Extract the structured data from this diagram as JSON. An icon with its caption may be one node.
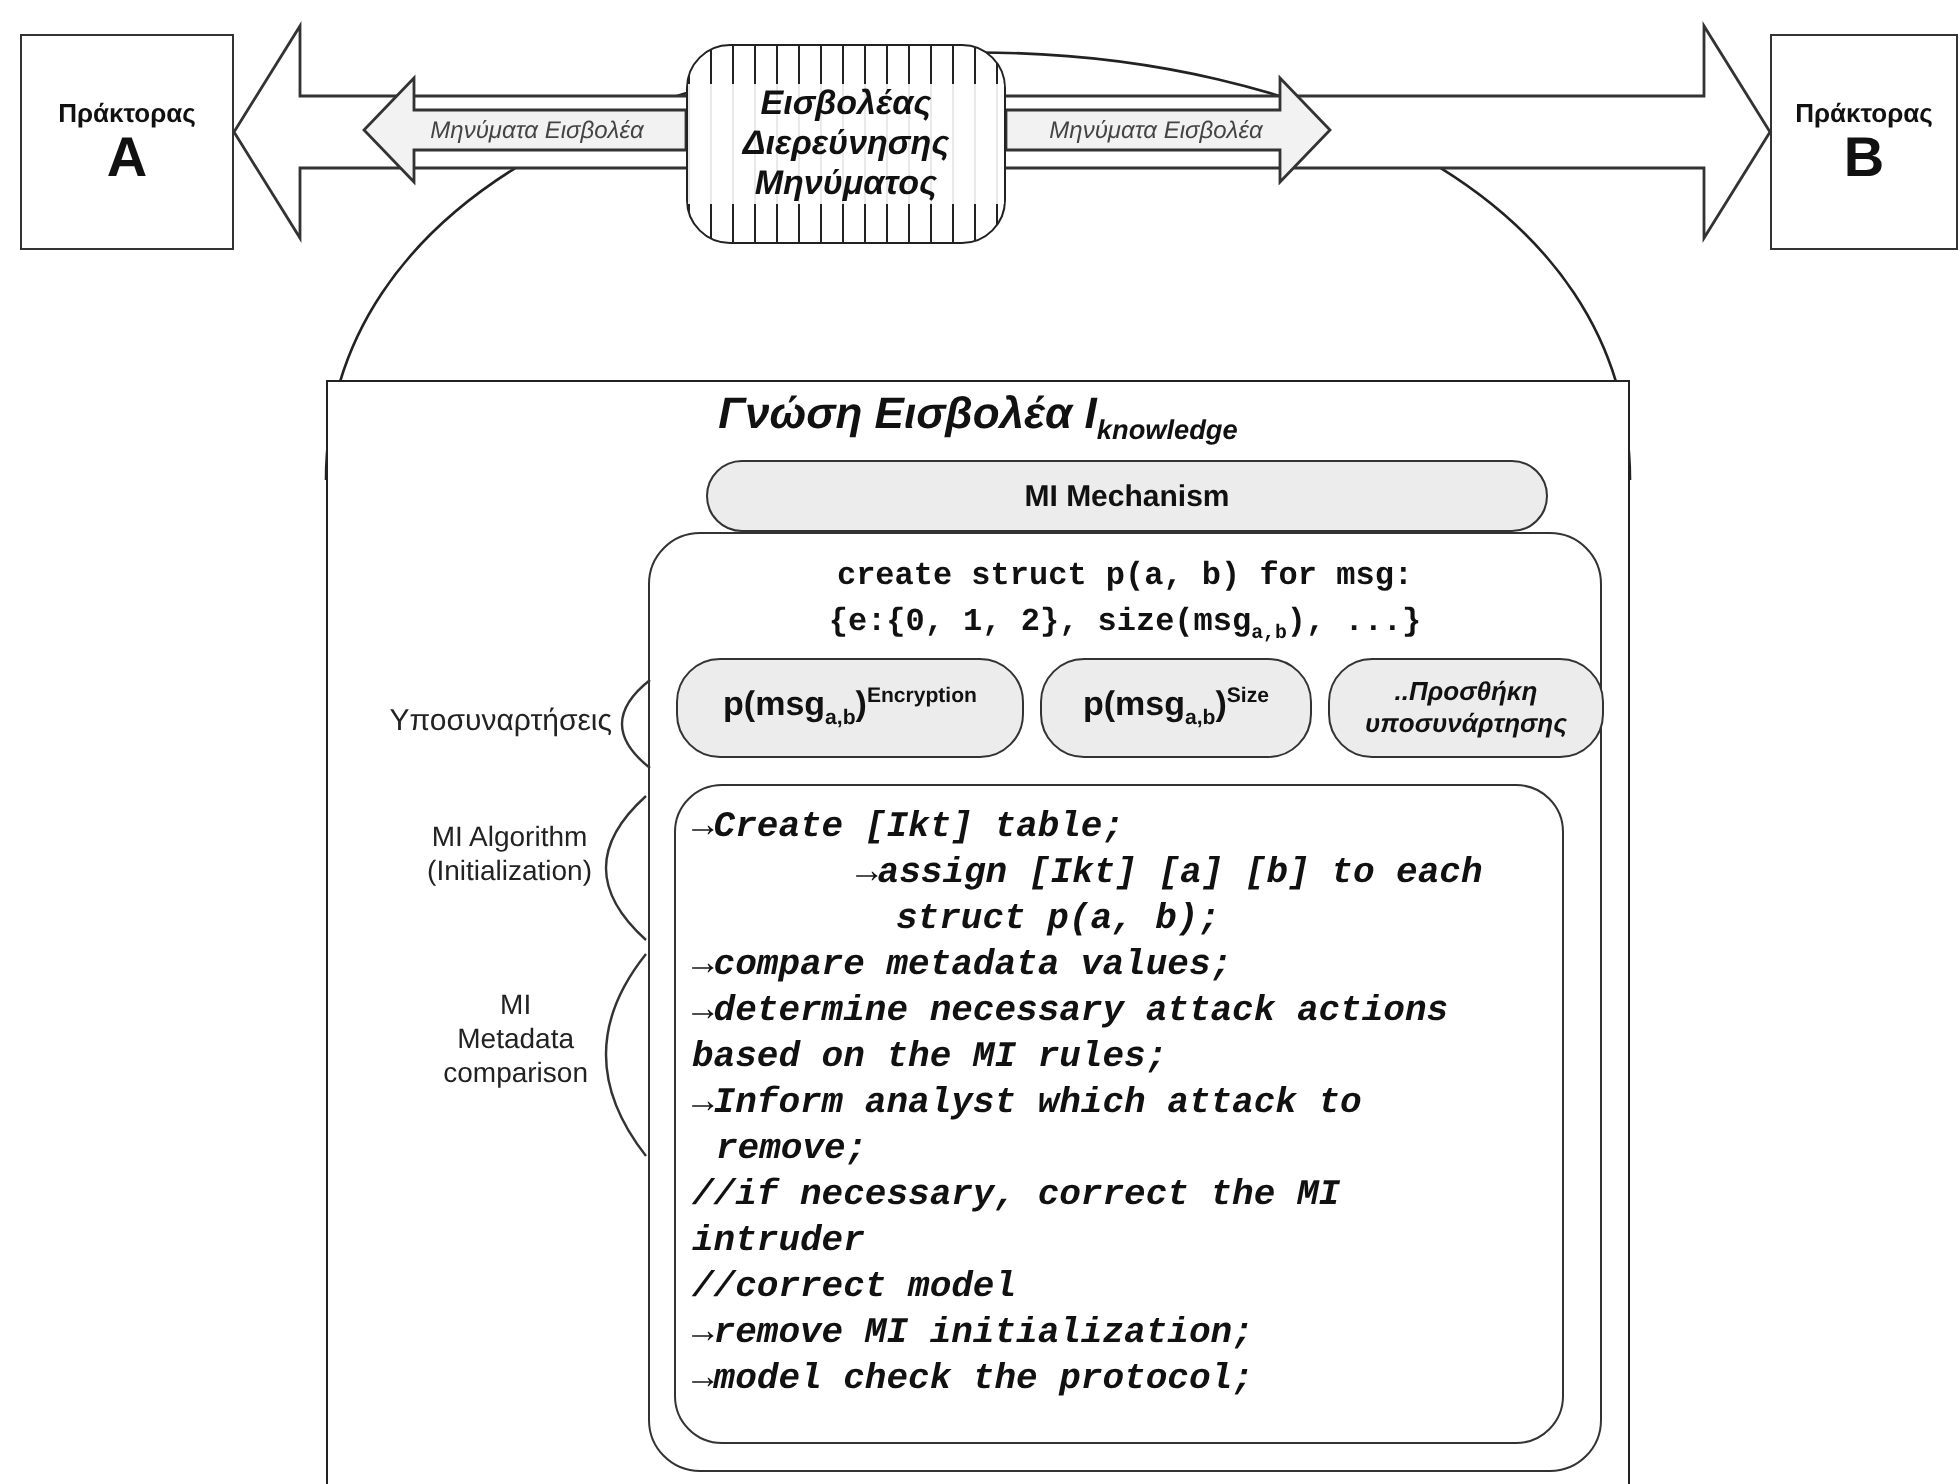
{
  "diagram": {
    "nodes": [
      {
        "text": [
          "Πράκτορας",
          "A"
        ]
      },
      {
        "text": [
          "Εισβολέας Διερεύνησης Μηνύματος"
        ]
      },
      {
        "text": [
          "Πράκτορας",
          "B"
        ]
      },
      {
        "text": [
          "Γνώση Εισβολέα I$_{knowledge}$"
        ]
      },
      {
        "text": [
          "MI Mechanism"
        ],
        "in": 3
      },
      {
        "text": [
          "create struct p(a, b) for msg: {e:{0, 1, 2}, size(msg$_{a,b}$), ...}"
        ],
        "in": 3
      },
      {
        "text": [
          "p(msg$_{a,b}$)$^{Encryption}$"
        ],
        "in": 5
      },
      {
        "text": [
          "p(msg$_{a,b}$)$^{Size}$"
        ],
        "in": 5
      },
      {
        "text": [
          "..Προσθήκη υποσυνάρτησης"
        ],
        "in": 5
      },
      {
        "text": [
          "→Create [Ikt] table;",
          "→assign [Ikt] [a] [b] to each struct p(a, b);",
          "→compare metadata values;",
          "→determine necessary attack actions based on the MI rules;",
          "→Inform analyst which attack to remove;",
          "//if necessary, correct the MI intruder",
          "//correct model",
          "→remove MI initialization;",
          "→model check the protocol;"
        ],
        "in": 5
      }
    ],
    "edges": [
      {
        "from": 0,
        "to": 2,
        "arrow": "both",
        "style": "thick"
      },
      {
        "from": 1,
        "to": null,
        "arrow": "to",
        "label": "Μηνύματα Εισβολέα"
      },
      {
        "from": 1,
        "to": null,
        "arrow": "to",
        "label": "Μηνύματα Εισβολέα"
      }
    ],
    "labels": [
      "Υποσυναρτήσεις",
      "MI Algorithm (Initialization)",
      "MI Metadata comparison"
    ]
  }
}
